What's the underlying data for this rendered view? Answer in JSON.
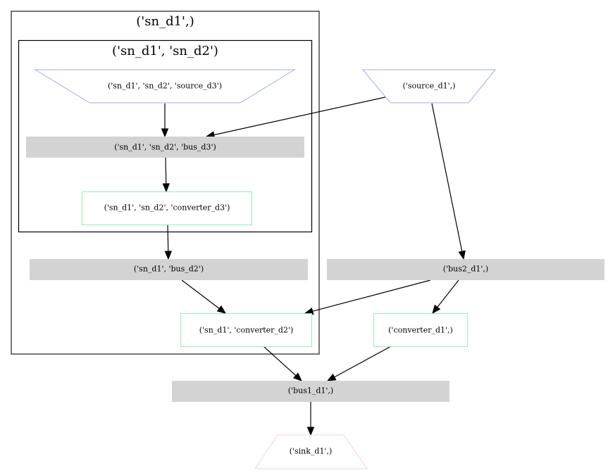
{
  "colors": {
    "source_border": "#a0aaf5",
    "converter_border": "#8ff0b4",
    "sink_border": "#ffcdd8",
    "bus_fill": "#d3d3d3",
    "cluster_outer_border": "#555555",
    "cluster_inner_border": "#000000",
    "edge": "#000000"
  },
  "clusters": [
    {
      "id": "sn_d1",
      "label": "('sn_d1',)"
    },
    {
      "id": "sn_d1_sn_d2",
      "label": "('sn_d1', 'sn_d2')"
    }
  ],
  "nodes": [
    {
      "id": "source_d3",
      "type": "source",
      "label": "('sn_d1', 'sn_d2', 'source_d3')"
    },
    {
      "id": "bus_d3",
      "type": "bus",
      "label": "('sn_d1', 'sn_d2', 'bus_d3')"
    },
    {
      "id": "converter_d3",
      "type": "converter",
      "label": "('sn_d1', 'sn_d2', 'converter_d3')"
    },
    {
      "id": "bus_d2",
      "type": "bus",
      "label": "('sn_d1', 'bus_d2')"
    },
    {
      "id": "converter_d2",
      "type": "converter",
      "label": "('sn_d1', 'converter_d2')"
    },
    {
      "id": "source_d1",
      "type": "source",
      "label": "('source_d1',)"
    },
    {
      "id": "bus2_d1",
      "type": "bus",
      "label": "('bus2_d1',)"
    },
    {
      "id": "converter_d1",
      "type": "converter",
      "label": "('converter_d1',)"
    },
    {
      "id": "bus1_d1",
      "type": "bus",
      "label": "('bus1_d1',)"
    },
    {
      "id": "sink_d1",
      "type": "sink",
      "label": "('sink_d1',)"
    }
  ],
  "edges": [
    {
      "from": "source_d3",
      "to": "bus_d3"
    },
    {
      "from": "source_d1",
      "to": "bus_d3"
    },
    {
      "from": "bus_d3",
      "to": "converter_d3"
    },
    {
      "from": "converter_d3",
      "to": "bus_d2"
    },
    {
      "from": "source_d1",
      "to": "bus2_d1"
    },
    {
      "from": "bus_d2",
      "to": "converter_d2"
    },
    {
      "from": "bus2_d1",
      "to": "converter_d2"
    },
    {
      "from": "bus2_d1",
      "to": "converter_d1"
    },
    {
      "from": "converter_d2",
      "to": "bus1_d1"
    },
    {
      "from": "converter_d1",
      "to": "bus1_d1"
    },
    {
      "from": "bus1_d1",
      "to": "sink_d1"
    }
  ]
}
